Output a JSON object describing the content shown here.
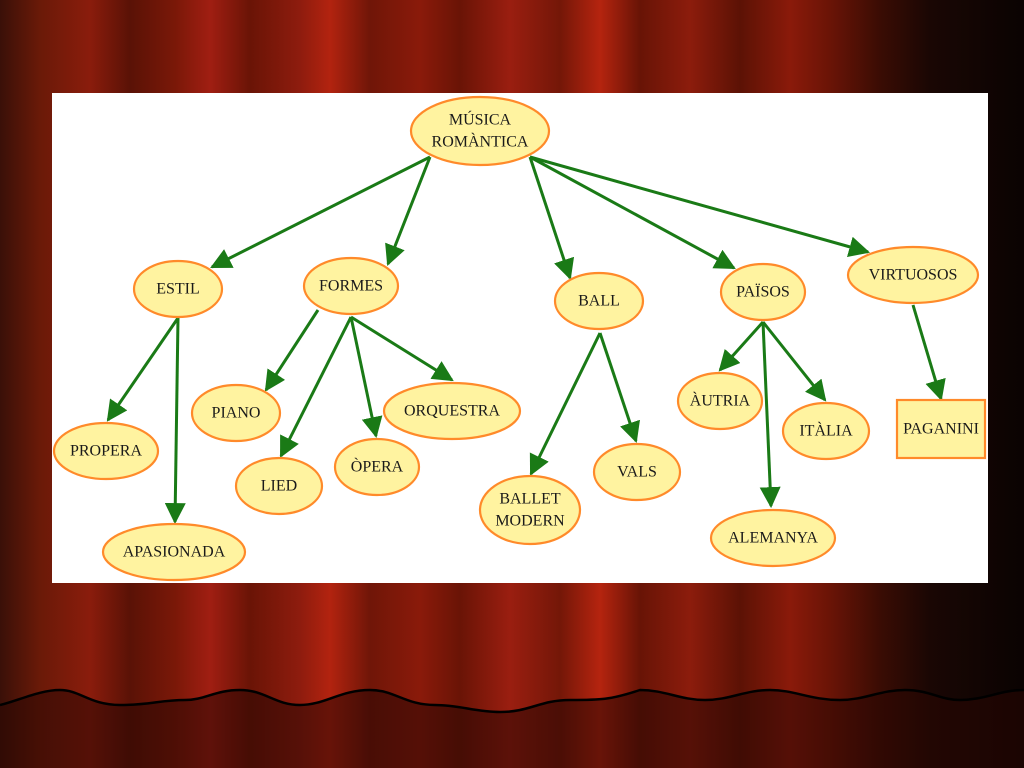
{
  "diagram": {
    "nodes": [
      {
        "id": "root",
        "lines": [
          "MÚSICA",
          "ROMÀNTICA"
        ]
      },
      {
        "id": "estil",
        "lines": [
          "ESTIL"
        ]
      },
      {
        "id": "formes",
        "lines": [
          "FORMES"
        ]
      },
      {
        "id": "ball",
        "lines": [
          "BALL"
        ]
      },
      {
        "id": "paisos",
        "lines": [
          "PAÏSOS"
        ]
      },
      {
        "id": "virtuosos",
        "lines": [
          "VIRTUOSOS"
        ]
      },
      {
        "id": "propera",
        "lines": [
          "PROPERA"
        ]
      },
      {
        "id": "apasionada",
        "lines": [
          "APASIONADA"
        ]
      },
      {
        "id": "piano",
        "lines": [
          "PIANO"
        ]
      },
      {
        "id": "lied",
        "lines": [
          "LIED"
        ]
      },
      {
        "id": "opera",
        "lines": [
          "ÒPERA"
        ]
      },
      {
        "id": "orquestra",
        "lines": [
          "ORQUESTRA"
        ]
      },
      {
        "id": "ballet",
        "lines": [
          "BALLET",
          "MODERN"
        ]
      },
      {
        "id": "vals",
        "lines": [
          "VALS"
        ]
      },
      {
        "id": "autria",
        "lines": [
          "ÀUTRIA"
        ]
      },
      {
        "id": "alemanya",
        "lines": [
          "ALEMANYA"
        ]
      },
      {
        "id": "italia",
        "lines": [
          "ITÀLIA"
        ]
      },
      {
        "id": "paganini",
        "lines": [
          "PAGANINI"
        ]
      }
    ],
    "edges": [
      [
        "root",
        "estil"
      ],
      [
        "root",
        "formes"
      ],
      [
        "root",
        "ball"
      ],
      [
        "root",
        "paisos"
      ],
      [
        "root",
        "virtuosos"
      ],
      [
        "estil",
        "propera"
      ],
      [
        "estil",
        "apasionada"
      ],
      [
        "formes",
        "piano"
      ],
      [
        "formes",
        "lied"
      ],
      [
        "formes",
        "opera"
      ],
      [
        "formes",
        "orquestra"
      ],
      [
        "ball",
        "ballet"
      ],
      [
        "ball",
        "vals"
      ],
      [
        "paisos",
        "autria"
      ],
      [
        "paisos",
        "alemanya"
      ],
      [
        "paisos",
        "italia"
      ],
      [
        "virtuosos",
        "paganini"
      ]
    ],
    "colors": {
      "node_fill": "#fff3a0",
      "node_border": "#ff8a2a",
      "arrow": "#1a7a16"
    }
  }
}
